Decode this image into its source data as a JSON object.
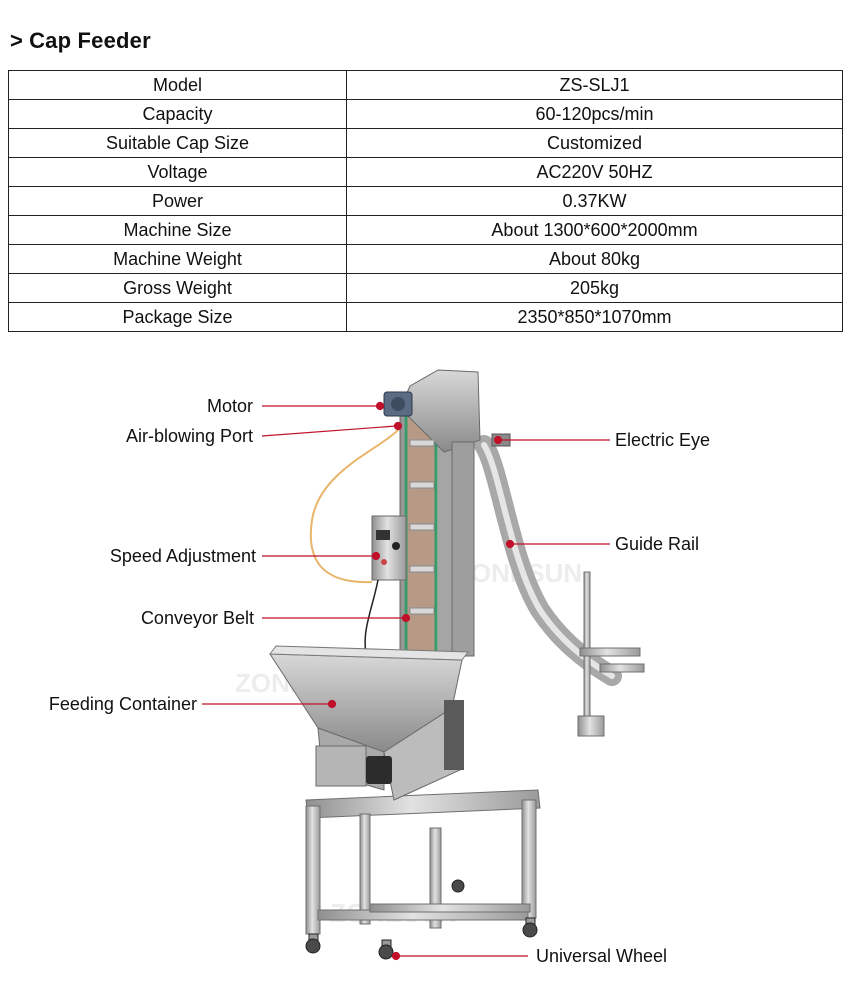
{
  "heading": {
    "chevron": ">",
    "title": "Cap Feeder"
  },
  "specs": [
    {
      "key": "Model",
      "value": "ZS-SLJ1"
    },
    {
      "key": "Capacity",
      "value": "60-120pcs/min"
    },
    {
      "key": "Suitable Cap Size",
      "value": "Customized"
    },
    {
      "key": "Voltage",
      "value": "AC220V 50HZ"
    },
    {
      "key": "Power",
      "value": "0.37KW"
    },
    {
      "key": "Machine Size",
      "value": "About 1300*600*2000mm"
    },
    {
      "key": "Machine Weight",
      "value": "About 80kg"
    },
    {
      "key": "Gross Weight",
      "value": "205kg"
    },
    {
      "key": "Package Size",
      "value": "2350*850*1070mm"
    }
  ],
  "callouts": {
    "motor": "Motor",
    "air_port": "Air-blowing Port",
    "speed": "Speed Adjustment",
    "belt": "Conveyor Belt",
    "container": "Feeding Container",
    "electric_eye": "Electric Eye",
    "guide_rail": "Guide Rail",
    "wheel": "Universal Wheel"
  },
  "watermark": "ZONESUN",
  "colors": {
    "callout_line": "#c0102a",
    "steel": "#b8b8b8",
    "belt_green": "#3a9a6a"
  }
}
